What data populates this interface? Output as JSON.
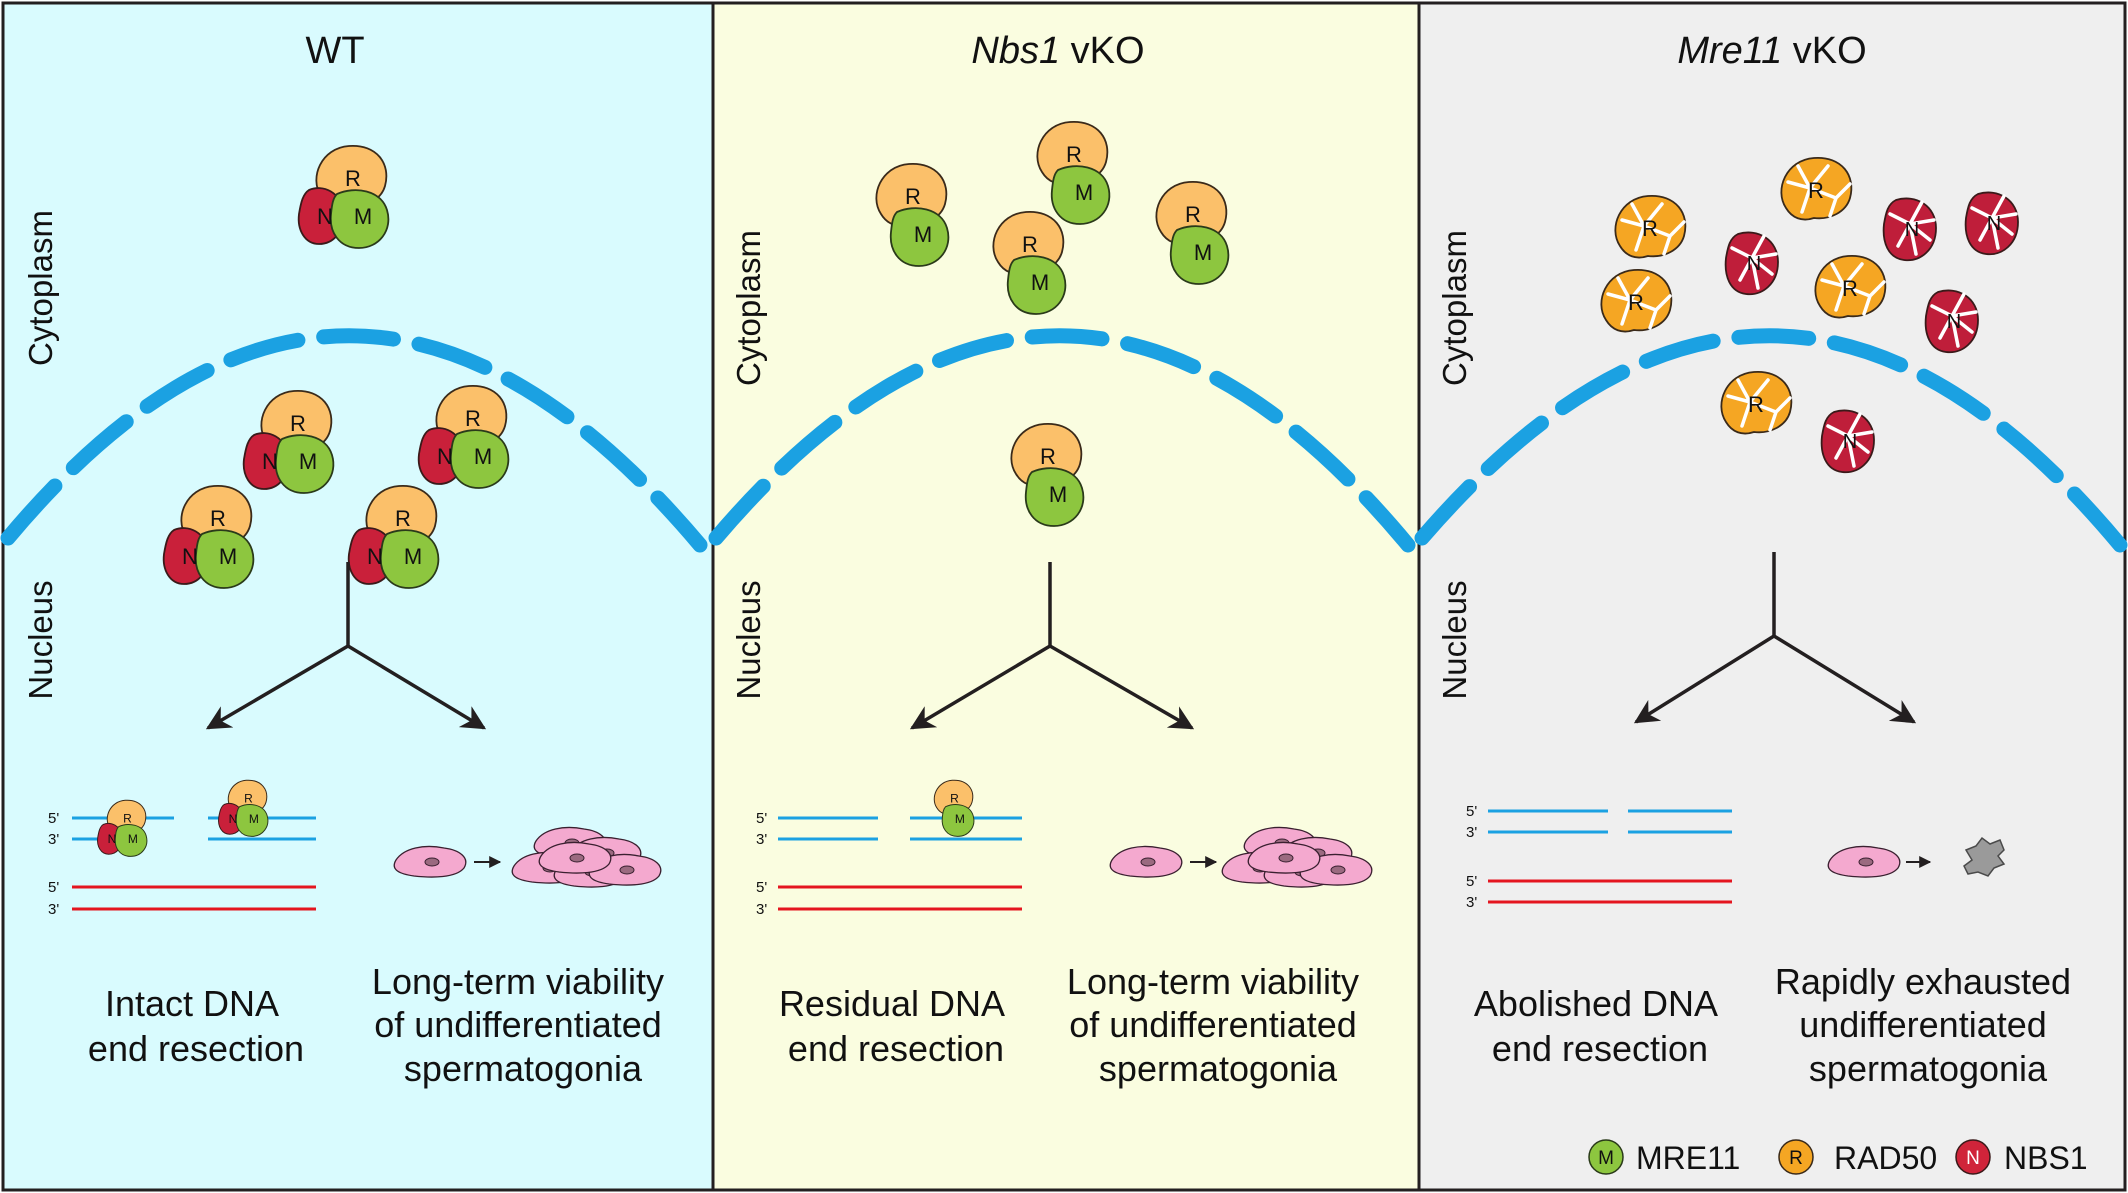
{
  "panels": [
    {
      "title_italic": "",
      "title_rest": "WT",
      "cytoplasm": "Cytoplasm",
      "nucleus": "Nucleus",
      "prime5": "5'",
      "prime3": "3'",
      "left_caption": [
        "Intact DNA",
        "end resection"
      ],
      "right_caption": [
        "Long-term viability",
        "of undifferentiated",
        "spermatogonia"
      ]
    },
    {
      "title_italic": "Nbs1",
      "title_rest": " vKO",
      "cytoplasm": "Cytoplasm",
      "nucleus": "Nucleus",
      "prime5": "5'",
      "prime3": "3'",
      "left_caption": [
        "Residual DNA",
        "end resection"
      ],
      "right_caption": [
        "Long-term viability",
        "of undifferentiated",
        "spermatogonia"
      ]
    },
    {
      "title_italic": "Mre11",
      "title_rest": " vKO",
      "cytoplasm": "Cytoplasm",
      "nucleus": "Nucleus",
      "prime5": "5'",
      "prime3": "3'",
      "left_caption": [
        "Abolished DNA",
        "end resection"
      ],
      "right_caption": [
        "Rapidly exhausted",
        "undifferentiated",
        "spermatogonia"
      ]
    }
  ],
  "subunit_letters": {
    "mre11": "M",
    "rad50": "R",
    "nbs1": "N"
  },
  "legend": [
    {
      "letter": "M",
      "label": "MRE11",
      "color": "#8dc63f"
    },
    {
      "letter": "R",
      "label": "RAD50",
      "color": "#f5a623"
    },
    {
      "letter": "N",
      "label": "NBS1",
      "color": "#d0243a"
    }
  ],
  "colors": {
    "wt_bg": "#d9fbfe",
    "nbs1_bg": "#fafde0",
    "mre11_bg": "#efefef",
    "membrane": "#1ba1e2",
    "dna_blue": "#1ba1e2",
    "dna_red": "#e4151f",
    "cell_pink": "#f4a9cf"
  }
}
